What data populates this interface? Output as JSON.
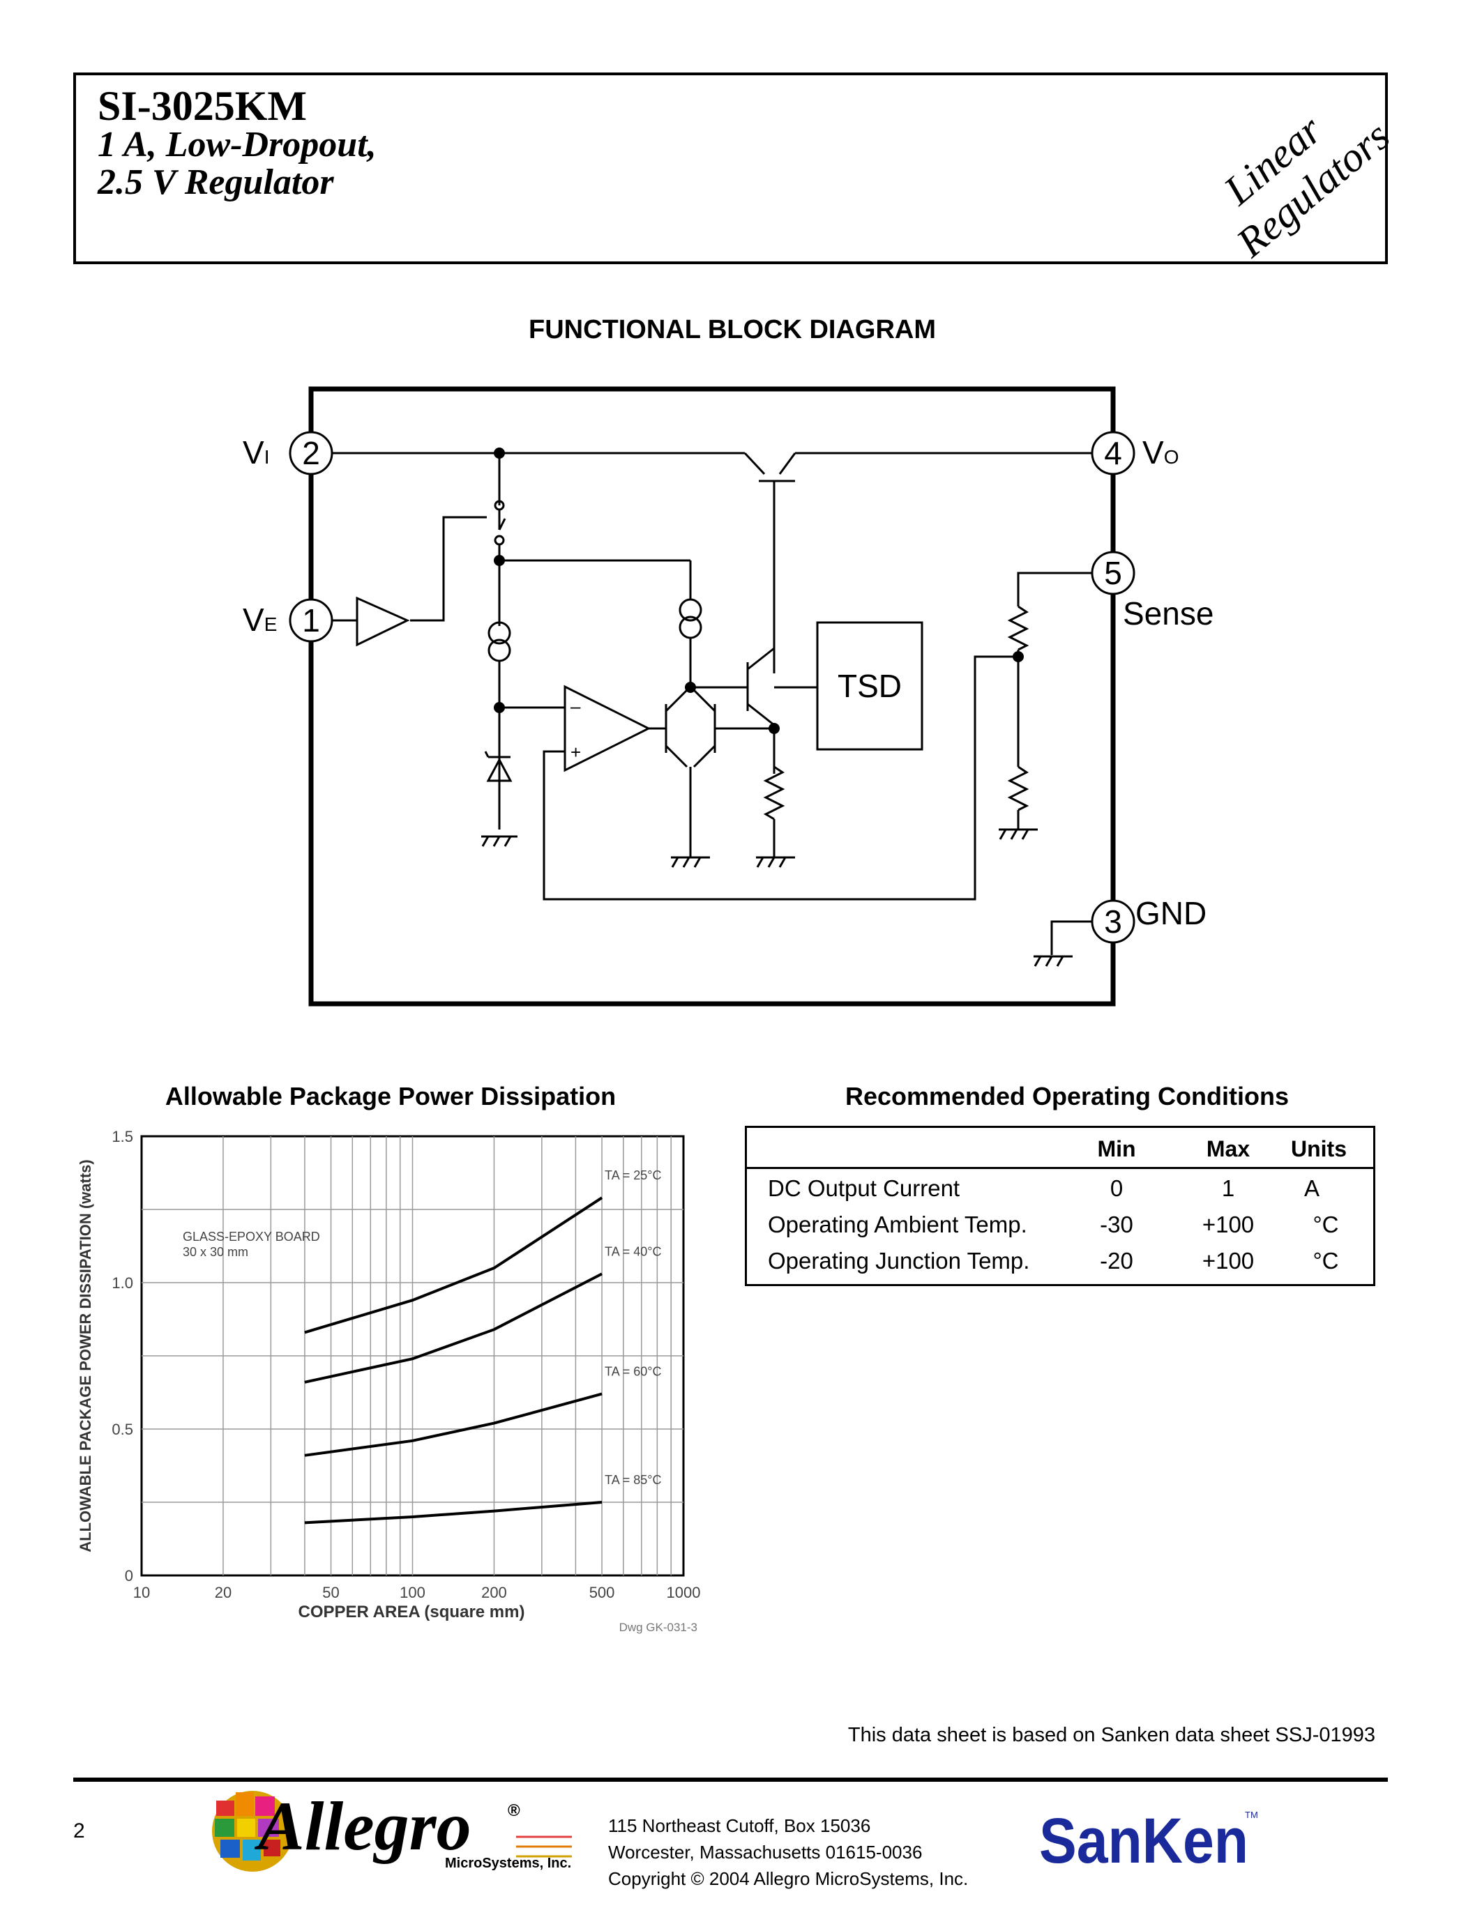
{
  "header": {
    "part_number": "SI-3025KM",
    "subtitle_line1": "1 A, Low-Dropout,",
    "subtitle_line2": "2.5 V Regulator",
    "series_word1": "Linear",
    "series_word2": "Regulators"
  },
  "block_diagram": {
    "title": "FUNCTIONAL BLOCK DIAGRAM",
    "pins": [
      {
        "number": "2",
        "label": "V",
        "sub": "I"
      },
      {
        "number": "1",
        "label": "V",
        "sub": "E"
      },
      {
        "number": "4",
        "label": "V",
        "sub": "O"
      },
      {
        "number": "5",
        "label": "Sense"
      },
      {
        "number": "3",
        "label": "GND"
      }
    ],
    "tsd_label": "TSD",
    "opamp_minus": "–",
    "opamp_plus": "+"
  },
  "power_chart": {
    "title": "Allowable Package Power Dissipation",
    "board_label_line1": "GLASS-EPOXY BOARD",
    "board_label_line2": "30 x 30 mm",
    "drawing_number": "Dwg GK-031-3",
    "chart_data": {
      "type": "line",
      "xlabel": "COPPER AREA (square mm)",
      "ylabel": "ALLOWABLE PACKAGE POWER DISSIPATION (watts)",
      "x_scale": "log",
      "xlim": [
        10,
        1000
      ],
      "ylim": [
        0,
        1.5
      ],
      "x_ticks": [
        "10",
        "20",
        "50",
        "100",
        "200",
        "500",
        "1000"
      ],
      "y_ticks": [
        "0",
        "0.5",
        "1.0",
        "1.5"
      ],
      "grid": true,
      "series": [
        {
          "name": "TA = 25°C",
          "x": [
            40,
            100,
            200,
            500
          ],
          "y": [
            0.83,
            0.94,
            1.05,
            1.29
          ]
        },
        {
          "name": "TA = 40°C",
          "x": [
            40,
            100,
            200,
            500
          ],
          "y": [
            0.66,
            0.74,
            0.84,
            1.03
          ]
        },
        {
          "name": "TA = 60°C",
          "x": [
            40,
            100,
            200,
            500
          ],
          "y": [
            0.41,
            0.46,
            0.52,
            0.62
          ]
        },
        {
          "name": "TA = 85°C",
          "x": [
            40,
            100,
            200,
            500
          ],
          "y": [
            0.18,
            0.2,
            0.22,
            0.25
          ]
        }
      ]
    }
  },
  "operating_conditions": {
    "title": "Recommended Operating Conditions",
    "columns": [
      "",
      "Min",
      "Max",
      "Units"
    ],
    "rows": [
      {
        "param": "DC Output Current",
        "min": "0",
        "max": "1",
        "units": "A"
      },
      {
        "param": "Operating Ambient Temp.",
        "min": "-30",
        "max": "+100",
        "units": "°C"
      },
      {
        "param": "Operating Junction Temp.",
        "min": "-20",
        "max": "+100",
        "units": "°C"
      }
    ]
  },
  "footer": {
    "source_note": "This data sheet  is based on  Sanken data sheet SSJ-01993",
    "page_number": "2",
    "allegro_logo_text": "Allegro",
    "allegro_registered": "®",
    "allegro_sub": "MicroSystems, Inc.",
    "address_line1": "115 Northeast Cutoff, Box 15036",
    "address_line2": "Worcester, Massachusetts 01615-0036",
    "address_line3": "Copyright © 2004 Allegro MicroSystems, Inc.",
    "sanken_logo_text": "SanKen",
    "sanken_tm": "TM"
  }
}
